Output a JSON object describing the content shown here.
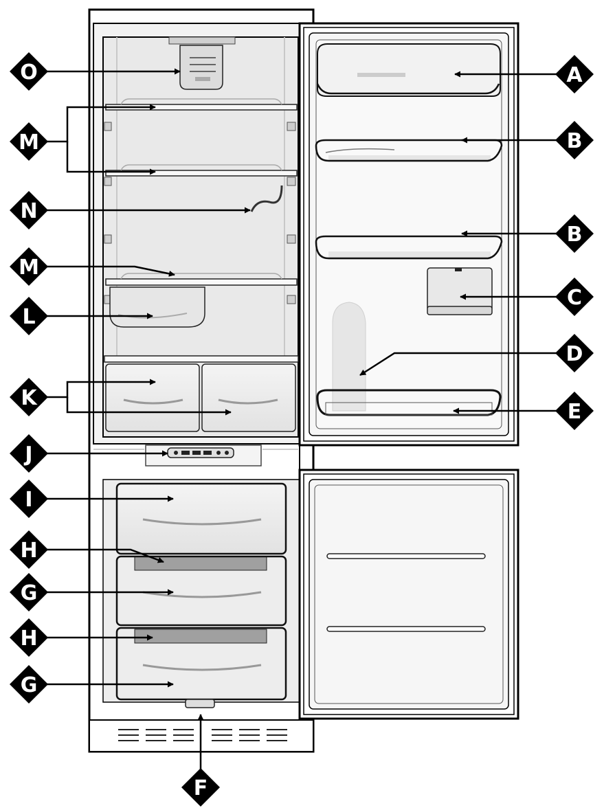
{
  "labels": {
    "A": "A",
    "B": "B",
    "C": "C",
    "D": "D",
    "E": "E",
    "F": "F",
    "G": "G",
    "H": "H",
    "I": "I",
    "J": "J",
    "K": "K",
    "L": "L",
    "M": "M",
    "N": "N",
    "O": "O"
  },
  "colors": {
    "ink": "#000000",
    "panel": "#ececec",
    "door": "#f6f6f6",
    "shadow": "#d4d4d4",
    "dark_shelf": "#9a9a9a",
    "background": "#ffffff"
  }
}
